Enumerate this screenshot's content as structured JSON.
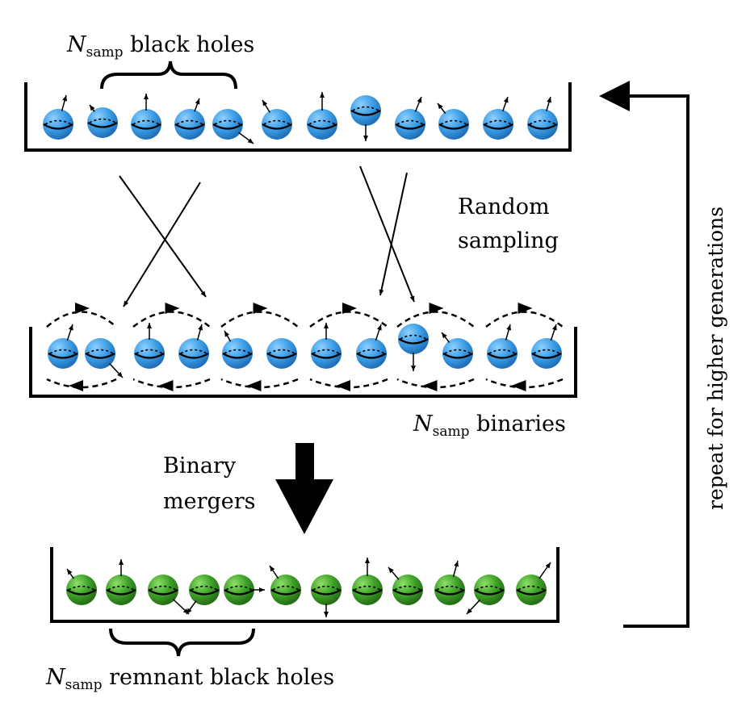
{
  "labels": {
    "top_label": {
      "symbol": "N",
      "subscript": "samp",
      "text": "black holes"
    },
    "mid_label": {
      "symbol": "N",
      "subscript": "samp",
      "text": "binaries"
    },
    "bottom_label": {
      "symbol": "N",
      "subscript": "samp",
      "text": "remnant black holes"
    },
    "random_sampling": [
      "Random",
      "sampling"
    ],
    "binary_mergers": [
      "Binary",
      "mergers"
    ],
    "repeat": "repeat for higher generations"
  },
  "colors": {
    "blue_hole": "#3d9ee6",
    "green_hole": "#3fa12a",
    "stroke": "#000000"
  },
  "counts": {
    "top_black_holes": 12,
    "binaries": 6,
    "remnant_black_holes": 12
  }
}
